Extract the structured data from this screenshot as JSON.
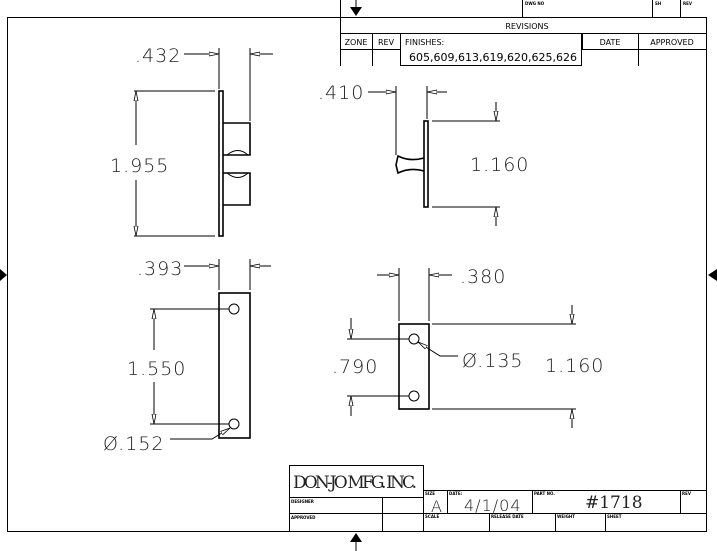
{
  "revisions": {
    "dwg_no_label": "DWG NO",
    "sh_label": "SH",
    "rev_label": "REV",
    "title": "REVISIONS",
    "columns": [
      "ZONE",
      "REV",
      "FINISHES:",
      "DATE",
      "APPROVED"
    ],
    "finishes_value": "605,609,613,619,620,625,626"
  },
  "views": {
    "side_view": {
      "width": ".432",
      "height": "1.955"
    },
    "end_view": {
      "width": ".410",
      "height": "1.160"
    },
    "front_view_large": {
      "width": ".393",
      "hole_spacing": "1.550",
      "hole_diameter": "Ø.152"
    },
    "front_view_small": {
      "width": ".380",
      "hole_spacing": ".790",
      "hole_diameter": "Ø.135",
      "height": "1.160"
    }
  },
  "title_block": {
    "company": "DON-JO MFG. INC.",
    "designer_label": "DESIGNER",
    "approved_label": "APPROVED",
    "size_label": "SIZE",
    "size_value": "A",
    "date_label": "DATE:",
    "date_value": "4/1/04",
    "part_no_label": "PART NO.",
    "part_no_value": "#1718",
    "rev_label": "REV",
    "scale_label": "SCALE",
    "release_date_label": "RELEASE DATE",
    "weight_label": "WEIGHT",
    "sheet_label": "SHEET"
  }
}
